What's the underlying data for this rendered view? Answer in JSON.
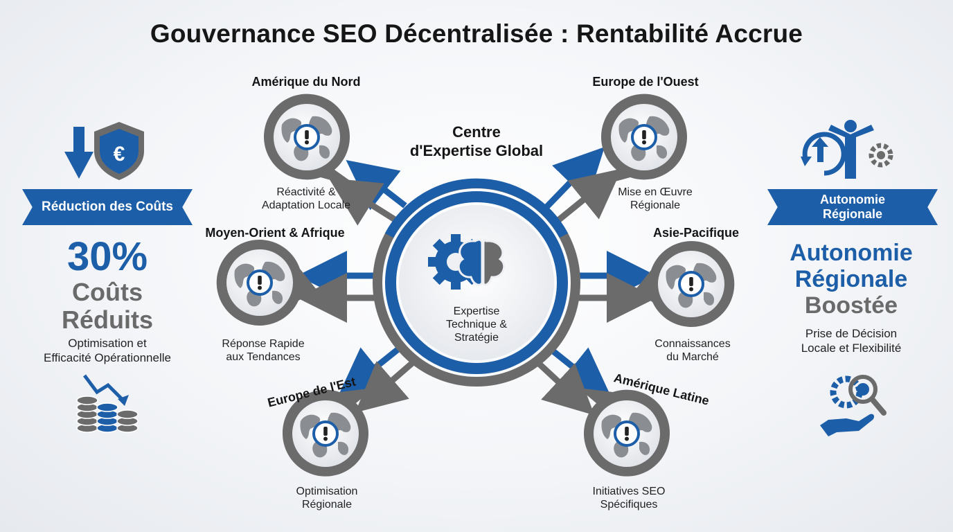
{
  "title": "Gouvernance SEO Décentralisée : Rentabilité Accrue",
  "hub": {
    "title_line1": "Centre",
    "title_line2": "d'Expertise Global",
    "desc_line1": "Expertise",
    "desc_line2": "Technique &",
    "desc_line3": "Stratégie"
  },
  "regions": {
    "north_america": {
      "title": "Amérique du Nord",
      "desc1": "Réactivité &",
      "desc2": "Adaptation Locale"
    },
    "western_europe": {
      "title": "Europe de l'Ouest",
      "desc1": "Mise en Œuvre",
      "desc2": "Régionale"
    },
    "middle_east_africa": {
      "title": "Moyen-Orient & Afrique",
      "desc1": "Réponse Rapide",
      "desc2": "aux Tendances"
    },
    "asia_pacific": {
      "title": "Asie-Pacifique",
      "desc1": "Connaissances",
      "desc2": "du Marché"
    },
    "eastern_europe": {
      "title": "Europe de l'Est",
      "desc1": "Optimisation",
      "desc2": "Régionale"
    },
    "latin_america": {
      "title": "Amérique Latine",
      "desc1": "Initiatives SEO",
      "desc2": "Spécifiques"
    }
  },
  "left_panel": {
    "banner": "Réduction des Coûts",
    "percent": "30%",
    "line1": "Coûts",
    "line2": "Réduits",
    "desc1": "Optimisation et",
    "desc2": "Efficacité Opérationnelle",
    "currency_symbol": "€"
  },
  "right_panel": {
    "banner_line1": "Autonomie",
    "banner_line2": "Régionale",
    "big1": "Autonomie",
    "big2": "Régionale",
    "big3": "Boostée",
    "desc1": "Prise de Décision",
    "desc2": "Locale et Flexibilité"
  },
  "colors": {
    "blue": "#1d5ea8",
    "grey": "#6b6b6b",
    "dark": "#161616"
  },
  "icons": [
    "globe-alert-icon",
    "gear-brain-icon",
    "down-arrow-icon",
    "euro-shield-icon",
    "coins-decline-icon",
    "person-growth-icon",
    "gear-search-hand-icon"
  ]
}
